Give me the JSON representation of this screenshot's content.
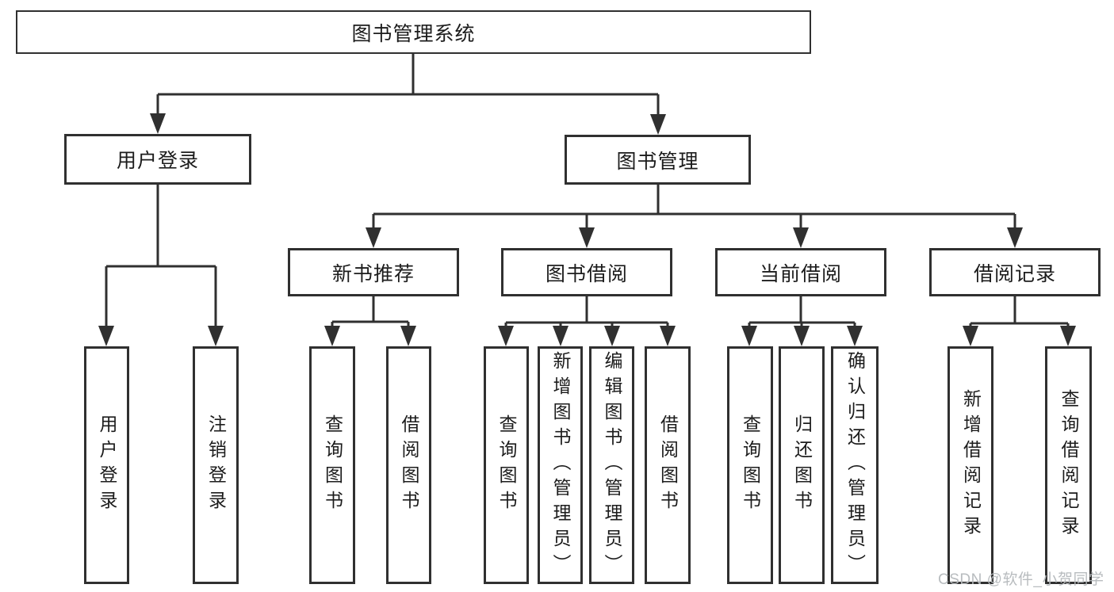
{
  "diagram": {
    "root": "图书管理系统",
    "branches": [
      {
        "label": "用户登录",
        "leaves": [
          "用户登录",
          "注销登录"
        ]
      },
      {
        "label": "图书管理",
        "sections": [
          {
            "label": "新书推荐",
            "leaves": [
              "查询图书",
              "借阅图书"
            ]
          },
          {
            "label": "图书借阅",
            "leaves": [
              "查询图书",
              "新增图书（管理员）",
              "编辑图书（管理员）",
              "借阅图书"
            ]
          },
          {
            "label": "当前借阅",
            "leaves": [
              "查询图书",
              "归还图书",
              "确认归还（管理员）"
            ]
          },
          {
            "label": "借阅记录",
            "leaves": [
              "新增借阅记录",
              "查询借阅记录"
            ]
          }
        ]
      }
    ]
  },
  "watermark": {
    "text": "CSDN @软件_小贺同学"
  },
  "colors": {
    "line": "#303030",
    "text": "#1c1c1c",
    "background": "#ffffff",
    "watermark": "#b5b9bc"
  }
}
